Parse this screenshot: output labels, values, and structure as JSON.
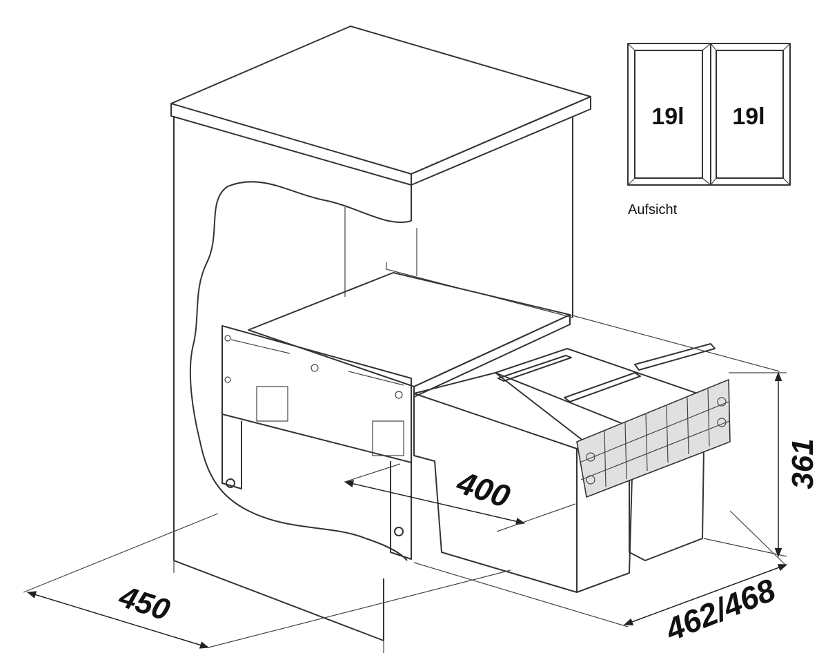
{
  "top_view": {
    "caption": "Aufsicht",
    "left_bin_label": "19l",
    "right_bin_label": "19l"
  },
  "dimensions": {
    "depth_cabinet": "450",
    "depth_pullout": "400",
    "width": "462/468",
    "height": "361"
  },
  "colors": {
    "line": "#333333",
    "cabinet_fill": "#e6e6e6",
    "bin_fill": "#cfcfcf",
    "frame_fill": "#d9d9d9",
    "background": "#ffffff"
  }
}
